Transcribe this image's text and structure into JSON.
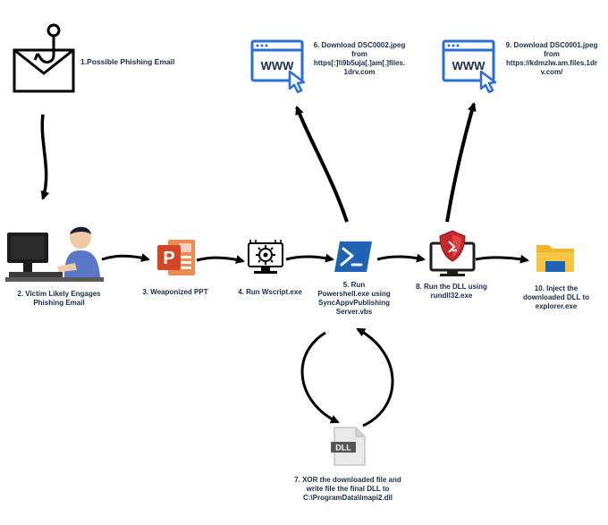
{
  "steps": {
    "s1": {
      "num": "1.",
      "text": "Possible Phishing Email"
    },
    "s2": {
      "line1": "2. Victim Likely Engages",
      "line2": "Phishing Email"
    },
    "s3": {
      "text": "3. Weaponized PPT"
    },
    "s4": {
      "text": "4. Run Wscript.exe"
    },
    "s5": {
      "line1": "5. Run",
      "line2": "Powershell.exe using",
      "line3": "SyncAppvPublishing",
      "line4": "Server.vbs"
    },
    "s6": {
      "line1": "6. Download  DSC0002.jpeg",
      "line2": "from",
      "line3": "https[:]\\\\9b5uja[.]am[.]files.",
      "line4": "1drv.com"
    },
    "s7": {
      "line1": "7. XOR the downloaded file and",
      "line2": "write file the final DLL to",
      "line3": "C:\\ProgramData\\Imapi2.dll"
    },
    "s8": {
      "line1": "8. Run the DLL using",
      "line2": "rundll32.exe"
    },
    "s9": {
      "line1": "9. Download  DSC0001.jpeg",
      "line2": "from",
      "line3": "https://kdmzlw.am.files.1dr",
      "line4": "v.com/"
    },
    "s10": {
      "line1": "10. Inject  the",
      "line2": "downloaded DLL to",
      "line3": "explorer.exe"
    }
  },
  "icon_text": {
    "www": "WWW",
    "dll": "DLL",
    "ppt": "P"
  },
  "icons": [
    "phishing-email-icon",
    "victim-computer-icon",
    "powerpoint-icon",
    "wscript-icon",
    "powershell-icon",
    "web-browser-icon",
    "dll-file-icon",
    "rundll-shield-icon",
    "folder-icon"
  ],
  "colors": {
    "ink": "#1d2b4a",
    "arrow": "#000000",
    "www_blue": "#2a6fd6",
    "ppt_orange": "#d24726",
    "powershell_blue": "#1f63b5",
    "shield_red": "#c62828",
    "folder_yellow": "#f7c542"
  }
}
